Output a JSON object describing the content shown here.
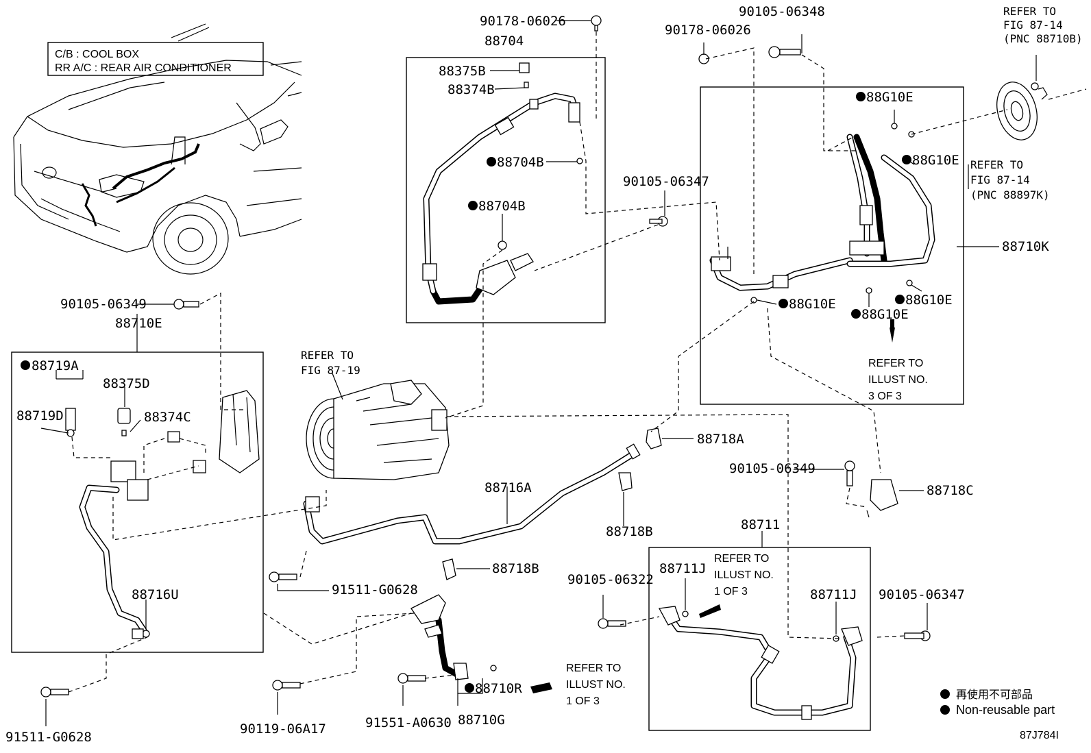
{
  "legend_box": {
    "line1": "C/B  :  COOL BOX",
    "line2": "RR A/C  :  REAR AIR CONDITIONER"
  },
  "parts": {
    "p_90178_06026_top": "90178-06026",
    "p_88704": "88704",
    "p_88375B": "88375B",
    "p_88374B": "88374B",
    "p_88704B_1": "88704B",
    "p_88704B_2": "88704B",
    "p_90105_06348": "90105-06348",
    "p_90178_06026_b": "90178-06026",
    "p_88G10E_1": "88G10E",
    "p_88G10E_2": "88G10E",
    "p_88G10E_3": "88G10E",
    "p_88G10E_4": "88G10E",
    "p_88G10E_5": "88G10E",
    "p_88710K": "88710K",
    "p_90105_06347_a": "90105-06347",
    "p_90105_06349_a": "90105-06349",
    "p_88710E": "88710E",
    "p_88719A": "88719A",
    "p_88375D": "88375D",
    "p_88719D": "88719D",
    "p_88374C": "88374C",
    "p_88716U": "88716U",
    "p_88718A": "88718A",
    "p_90105_06349_b": "90105-06349",
    "p_88718C": "88718C",
    "p_88716A": "88716A",
    "p_88711": "88711",
    "p_88718B_1": "88718B",
    "p_88718B_2": "88718B",
    "p_91511_G0628_a": "91511-G0628",
    "p_90105_06322": "90105-06322",
    "p_88711J_1": "88711J",
    "p_88711J_2": "88711J",
    "p_90105_06347_b": "90105-06347",
    "p_88710R": "88710R",
    "p_88710G": "88710G",
    "p_91511_G0628_b": "91511-G0628",
    "p_90119_06A17": "90119-06A17",
    "p_91551_A0630": "91551-A0630"
  },
  "refers": {
    "fig_87_14_a": [
      "REFER TO",
      "FIG 87-14",
      "(PNC 88710B)"
    ],
    "fig_87_14_b": [
      "REFER TO",
      "FIG 87-14",
      "(PNC 88897K)"
    ],
    "fig_87_19": [
      "REFER TO",
      "FIG 87-19"
    ],
    "illust_3": [
      "REFER TO",
      "ILLUST NO.",
      "3 OF 3"
    ],
    "illust_1a": [
      "REFER TO",
      "ILLUST NO.",
      "1 OF 3"
    ],
    "illust_1b": [
      "REFER TO",
      "ILLUST NO.",
      "1 OF 3"
    ]
  },
  "legend": {
    "jp": "再使用不可部品",
    "en": "Non-reusable part"
  },
  "figure_code": "87J784I"
}
